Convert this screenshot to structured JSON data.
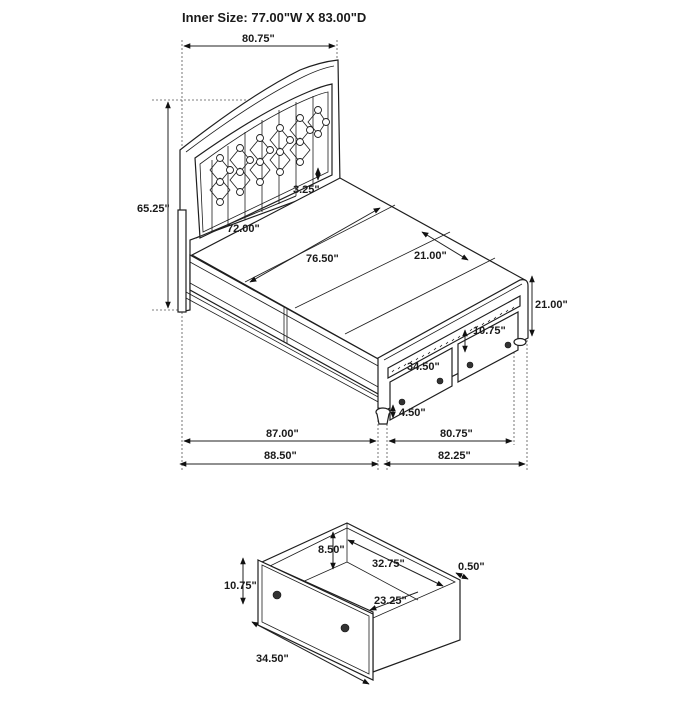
{
  "title": "Inner Size: 77.00\"W X 83.00\"D",
  "bed_dimensions": {
    "headboard_width": "80.75\"",
    "overall_height": "65.25\"",
    "rail_height_gap": "3.25\"",
    "slat_width": "72.00\"",
    "slat_length": "76.50\"",
    "center_support": "21.00\"",
    "footboard_height": "21.00\"",
    "drawer_front_height": "10.75\"",
    "drawer_front_width": "34.50\"",
    "leg_height": "4.50\"",
    "side_length": "87.00\"",
    "footboard_width": "80.75\"",
    "overall_length": "88.50\"",
    "overall_width": "82.25\""
  },
  "drawer_dimensions": {
    "front_height": "10.75\"",
    "interior_height": "8.50\"",
    "interior_depth": "32.75\"",
    "panel_thickness": "0.50\"",
    "interior_width": "23.25\"",
    "front_width": "34.50\""
  },
  "colors": {
    "line": "#1e1e1e",
    "background": "#ffffff"
  }
}
